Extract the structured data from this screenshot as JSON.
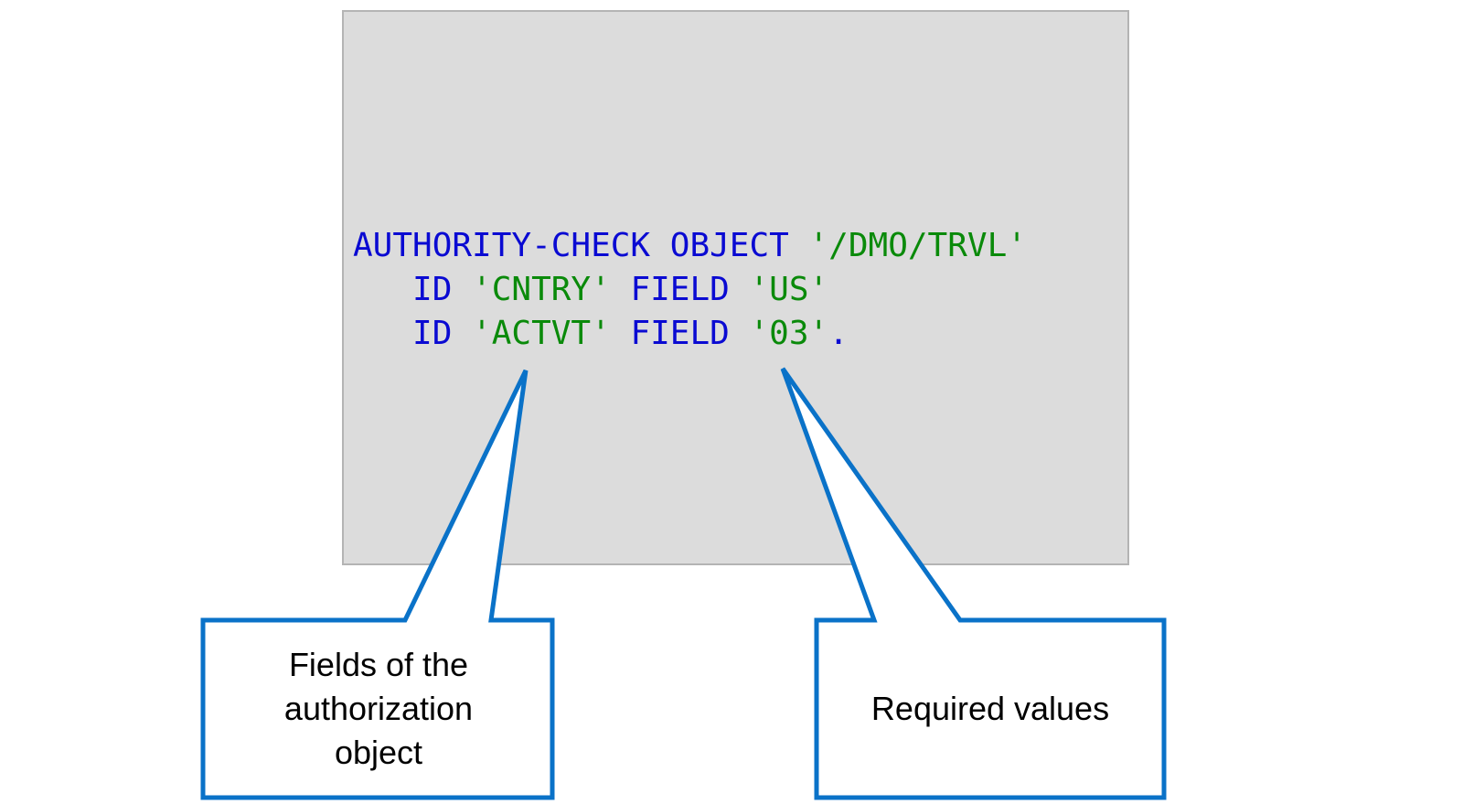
{
  "code": {
    "line1": {
      "keyword": "AUTHORITY-CHECK OBJECT ",
      "object": "'/DMO/TRVL'"
    },
    "line2": {
      "indent": "   ",
      "id_kw": "ID ",
      "field_name": "'CNTRY'",
      "field_kw": " FIELD ",
      "value": "'US'"
    },
    "line3": {
      "indent": "   ",
      "id_kw": "ID ",
      "field_name": "'ACTVT'",
      "field_kw": " FIELD ",
      "value": "'03'",
      "terminator": "."
    }
  },
  "callouts": {
    "left": "Fields of the authorization object",
    "right": "Required values"
  },
  "colors": {
    "keyword": "#0a0ad2",
    "string": "#0a8a0a",
    "callout_border": "#0a72c8",
    "code_background": "#dcdcdc"
  }
}
